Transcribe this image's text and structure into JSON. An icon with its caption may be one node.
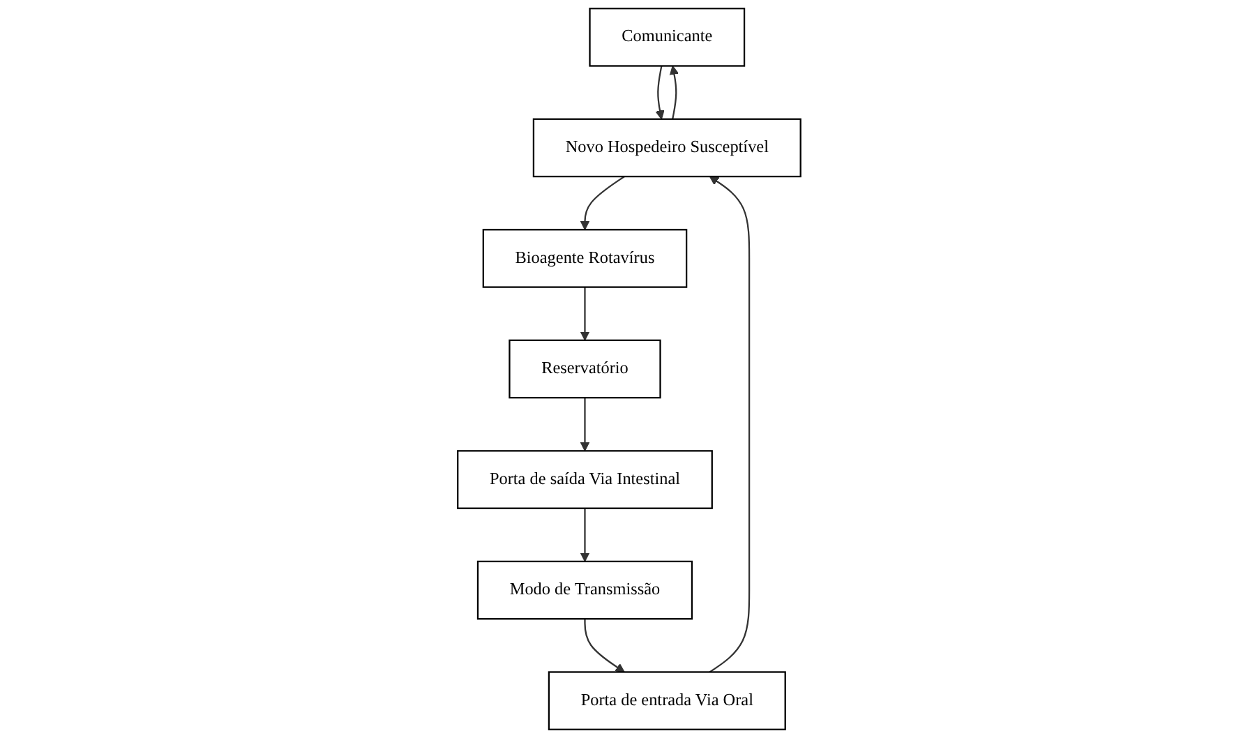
{
  "diagram": {
    "nodes": [
      {
        "text": [
          "Comunicante"
        ]
      },
      {
        "text": [
          "Novo Hospedeiro Susceptível"
        ]
      },
      {
        "text": [
          "Porta de entrada Via Oral"
        ]
      },
      {
        "text": [
          "Bioagente Rotavírus"
        ]
      },
      {
        "text": [
          "Modo de Transmissão"
        ]
      },
      {
        "text": [
          "Reservatório"
        ]
      },
      {
        "text": [
          "Porta de saída Via Intestinal"
        ]
      }
    ],
    "edges": [
      {
        "from": 0,
        "to": 1,
        "arrow": "to"
      },
      {
        "from": 1,
        "to": 0,
        "arrow": "to"
      },
      {
        "from": 2,
        "to": 1,
        "arrow": "to"
      },
      {
        "from": 1,
        "to": 3,
        "arrow": "to"
      },
      {
        "from": 3,
        "to": 5,
        "arrow": "to"
      },
      {
        "from": 5,
        "to": 6,
        "arrow": "to"
      },
      {
        "from": 6,
        "to": 4,
        "arrow": "to"
      },
      {
        "from": 4,
        "to": 2,
        "arrow": "to"
      }
    ]
  }
}
